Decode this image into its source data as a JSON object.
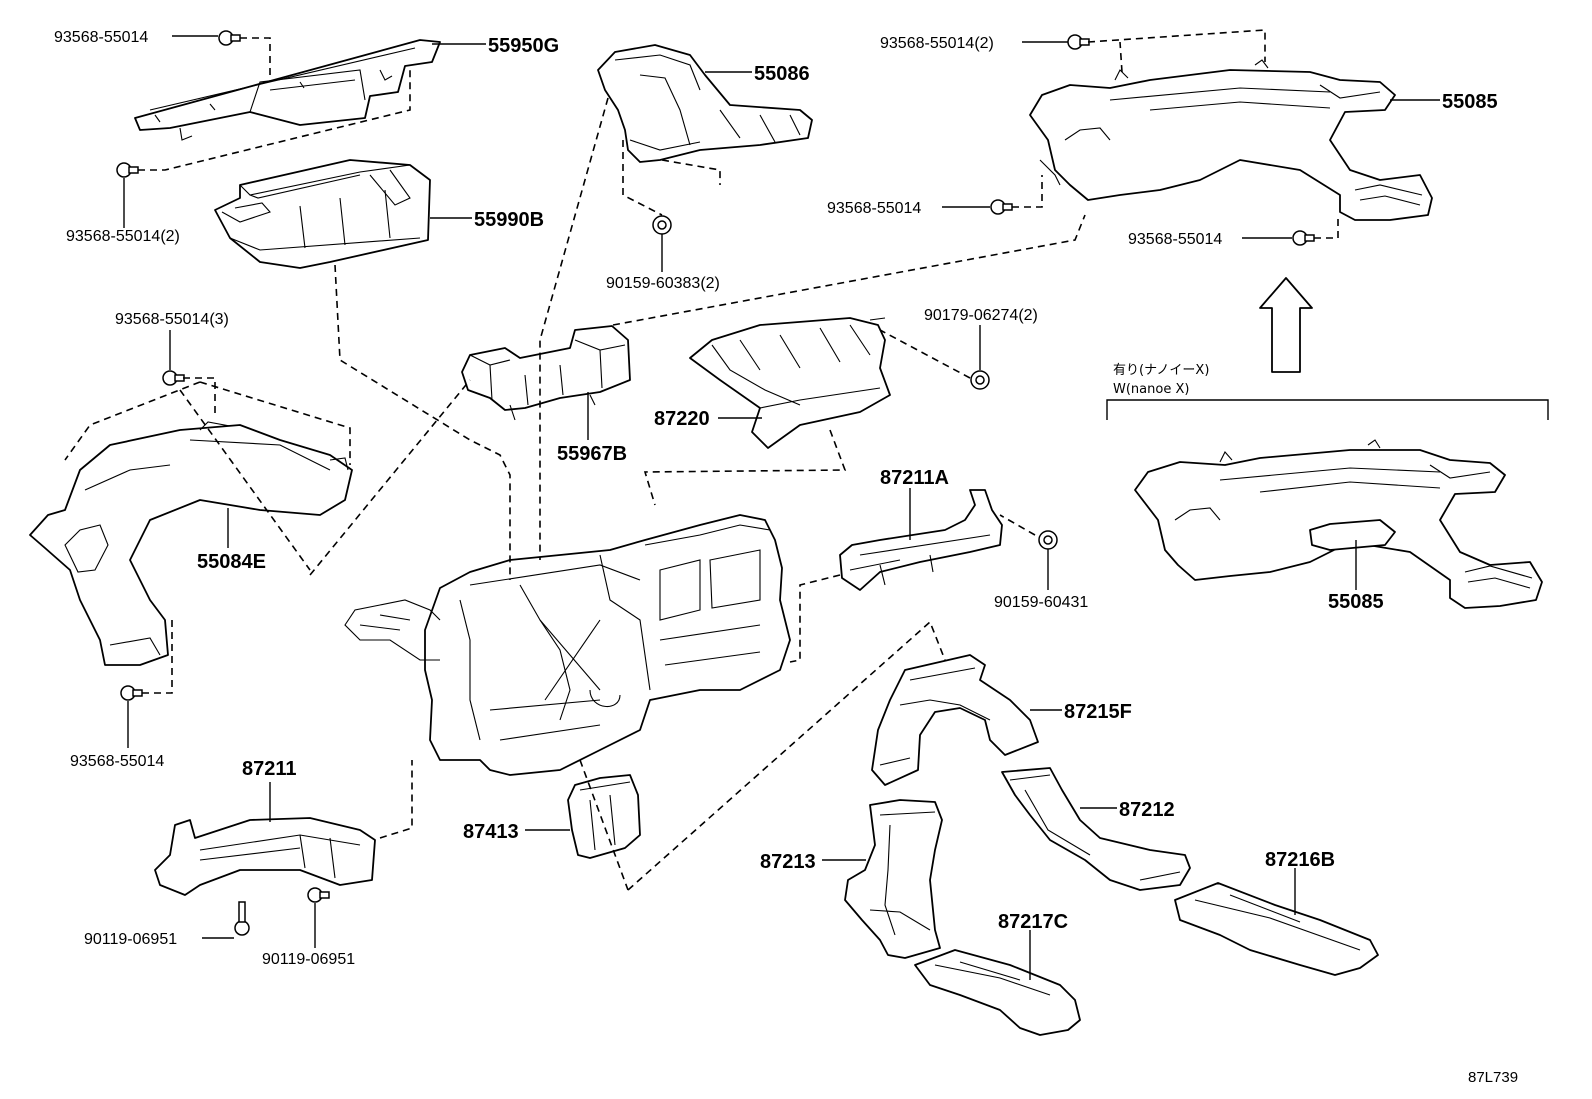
{
  "labels": {
    "p55950G": "55950G",
    "s93568_top_left": "93568-55014",
    "s93568_2_left": "93568-55014(2)",
    "p55990B": "55990B",
    "s93568_3_left": "93568-55014(3)",
    "p55084E": "55084E",
    "s93568_bottom_left": "93568-55014",
    "p87211": "87211",
    "s90119_a": "90119-06951",
    "s90119_b": "90119-06951",
    "p55086": "55086",
    "s90159_60383": "90159-60383(2)",
    "p55967B": "55967B",
    "p87220": "87220",
    "s90179": "90179-06274(2)",
    "p87211A": "87211A",
    "s90159_60431": "90159-60431",
    "p87413": "87413",
    "s93568_2_right": "93568-55014(2)",
    "p55085_top": "55085",
    "s93568_right_mid": "93568-55014",
    "s93568_right_low": "93568-55014",
    "p55085_bottom": "55085",
    "p87215F": "87215F",
    "p87212": "87212",
    "p87213": "87213",
    "p87216B": "87216B",
    "p87217C": "87217C"
  },
  "variant_note": {
    "line1": "有り(ナノイーX)",
    "line2": "W(nanoe X)"
  },
  "illustration_ref": "87L739"
}
